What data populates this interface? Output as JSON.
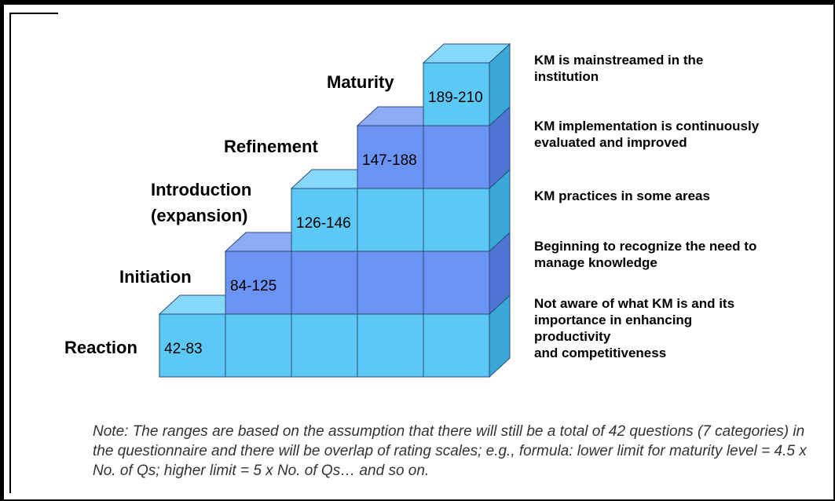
{
  "levels": [
    {
      "name": "Reaction",
      "range": "42-83",
      "description": "Not aware of what KM is and its importance in enhancing productivity\nand competitiveness"
    },
    {
      "name": "Initiation",
      "range": "84-125",
      "description": "Beginning to recognize the need to manage knowledge"
    },
    {
      "name": "Introduction (expansion)",
      "name_line1": "Introduction",
      "name_line2": "(expansion)",
      "range": "126-146",
      "description": "KM practices in some areas"
    },
    {
      "name": "Refinement",
      "range": "147-188",
      "description": "KM implementation is continuously evaluated and improved"
    },
    {
      "name": "Maturity",
      "range": "189-210",
      "description": "KM is mainstreamed in the institution"
    }
  ],
  "descriptions_display": {
    "maturity": "KM is mainstreamed in the\ninstitution",
    "refinement": "KM implementation is continuously\nevaluated and improved",
    "introduction": "KM practices in some areas",
    "initiation": "Beginning to recognize the need to\nmanage knowledge",
    "reaction": "Not aware of what KM is and its\nimportance in enhancing\nproductivity\nand competitiveness"
  },
  "note": "Note: The ranges are based on the assumption that there will still be a total of 42 questions (7 categories) in the questionnaire and there will be overlap of rating scales; e.g., formula: lower limit for maturity level = 4.5 x No. of Qs; higher limit = 5 x No. of Qs… and so on.",
  "colors": {
    "light_front": "#5cc8f5",
    "light_top": "#86d8fb",
    "light_side": "#3aa8d6",
    "dark_front": "#6b93f3",
    "dark_top": "#8eaaf7",
    "dark_side": "#4f74d4",
    "edge": "#2a4a7a"
  }
}
